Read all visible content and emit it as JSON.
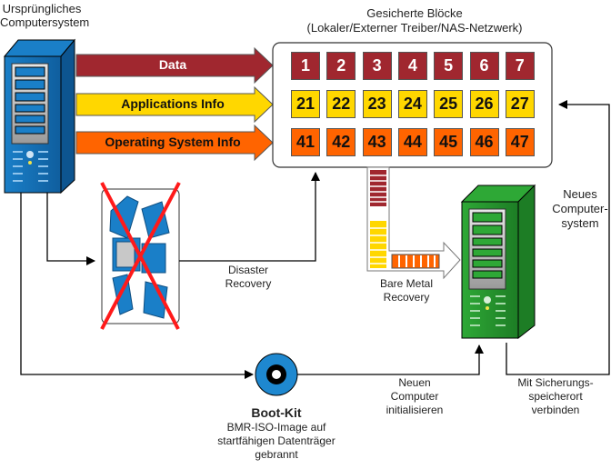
{
  "colors": {
    "data": "#a0272f",
    "applications": "#ffd700",
    "os": "#ff6400",
    "original_server": "#1e88d0",
    "new_server": "#2ea836",
    "cross": "#ff1a1a",
    "bootkit": "#1e88d0"
  },
  "source": {
    "label": "Ursprüngliches\nComputersystem",
    "line1": "Ursprüngliches",
    "line2": "Computersystem"
  },
  "arrows": {
    "data": "Data",
    "applications": "Applications Info",
    "os": "Operating System Info"
  },
  "storage": {
    "title": "Gesicherte Blöcke",
    "subtitle": "(Lokaler/Externer Treiber/NAS-Netzwerk)",
    "rows": [
      {
        "type": "data",
        "blocks": [
          "1",
          "2",
          "3",
          "4",
          "5",
          "6",
          "7"
        ]
      },
      {
        "type": "app",
        "blocks": [
          "21",
          "22",
          "23",
          "24",
          "25",
          "26",
          "27"
        ]
      },
      {
        "type": "os",
        "blocks": [
          "41",
          "42",
          "43",
          "44",
          "45",
          "46",
          "47"
        ]
      }
    ]
  },
  "disaster": {
    "line1": "Disaster",
    "line2": "Recovery"
  },
  "bmr": {
    "line1": "Bare Metal",
    "line2": "Recovery"
  },
  "new_system": {
    "line1": "Neues",
    "line2": "Computer-",
    "line3": "system"
  },
  "bootkit": {
    "title": "Boot-Kit",
    "line1": "BMR-ISO-Image auf",
    "line2": "startfähigen Datenträger",
    "line3": "gebrannt"
  },
  "init": {
    "line1": "Neuen",
    "line2": "Computer",
    "line3": "initialisieren"
  },
  "connect": {
    "line1": "Mit Sicherungs-",
    "line2": "speicherort",
    "line3": "verbinden"
  }
}
